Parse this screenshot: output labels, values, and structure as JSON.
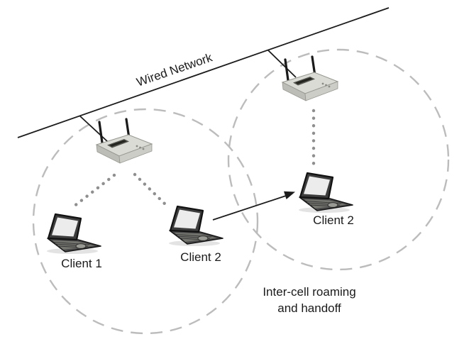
{
  "diagram": {
    "labels": {
      "wired_network": "Wired Network",
      "client_1": "Client 1",
      "client_2_origin": "Client 2",
      "client_2_roamed": "Client 2",
      "annotation": "Inter-cell roaming\nand handoff"
    },
    "icons": {
      "access_point": "access-point-icon",
      "laptop": "laptop-icon"
    },
    "colors": {
      "line_black": "#1c1c1c",
      "cell_dash_gray": "#bcbcbc",
      "wireless_dot_gray": "#8f8f8f",
      "device_body_gray": "#d9d9d4",
      "laptop_dark_gray": "#4a4a4a",
      "text_black": "#1a1a1a"
    }
  }
}
